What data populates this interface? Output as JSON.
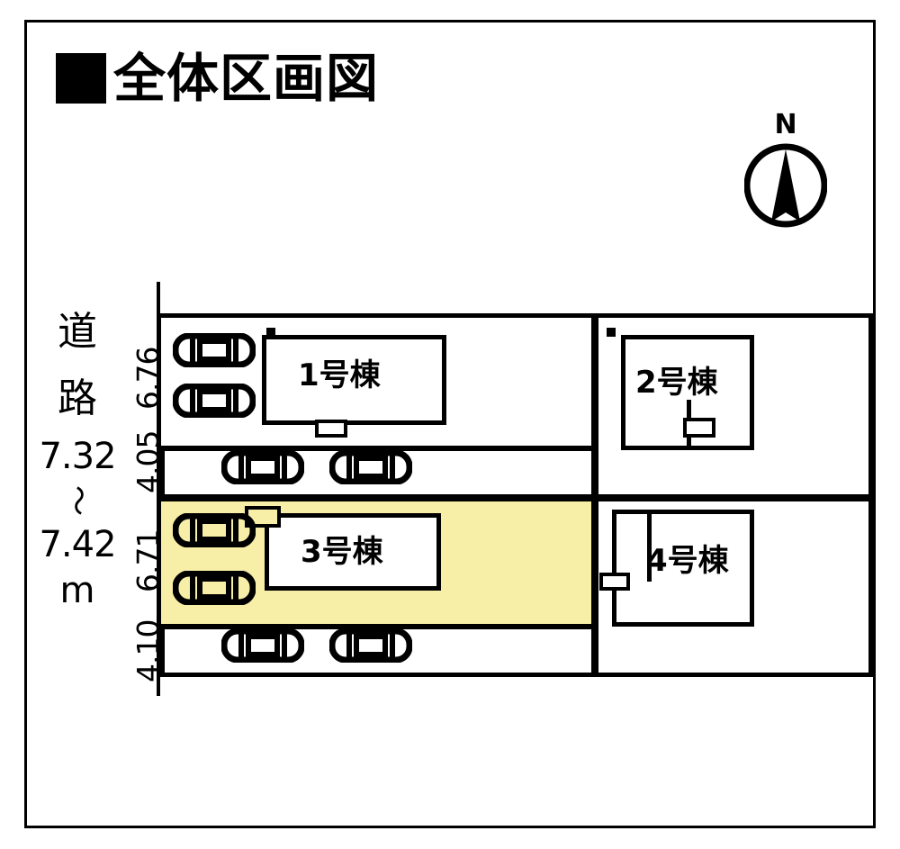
{
  "title": {
    "bullet": "black-square",
    "text": "全体区画図"
  },
  "compass": {
    "label": "N",
    "icon": "compass-north-icon"
  },
  "road": {
    "kanji_1": "道",
    "kanji_2": "路",
    "width_min": "7.32",
    "tilde": "〜",
    "width_max": "7.42",
    "unit": "m"
  },
  "frontage_dimensions": [
    {
      "value": "6.76",
      "lot": "1"
    },
    {
      "value": "4.05",
      "lot": "1-parking"
    },
    {
      "value": "6.71",
      "lot": "3"
    },
    {
      "value": "4.10",
      "lot": "3-parking"
    }
  ],
  "buildings": [
    {
      "id": "1",
      "label": "1号棟",
      "highlight": false
    },
    {
      "id": "2",
      "label": "2号棟",
      "highlight": false
    },
    {
      "id": "3",
      "label": "3号棟",
      "highlight": true
    },
    {
      "id": "4",
      "label": "4号棟",
      "highlight": false
    }
  ],
  "colors": {
    "highlight": "#f7efa8",
    "ink": "#000000",
    "paper": "#ffffff"
  },
  "parking": {
    "icon": "car-icon",
    "count": 8
  }
}
